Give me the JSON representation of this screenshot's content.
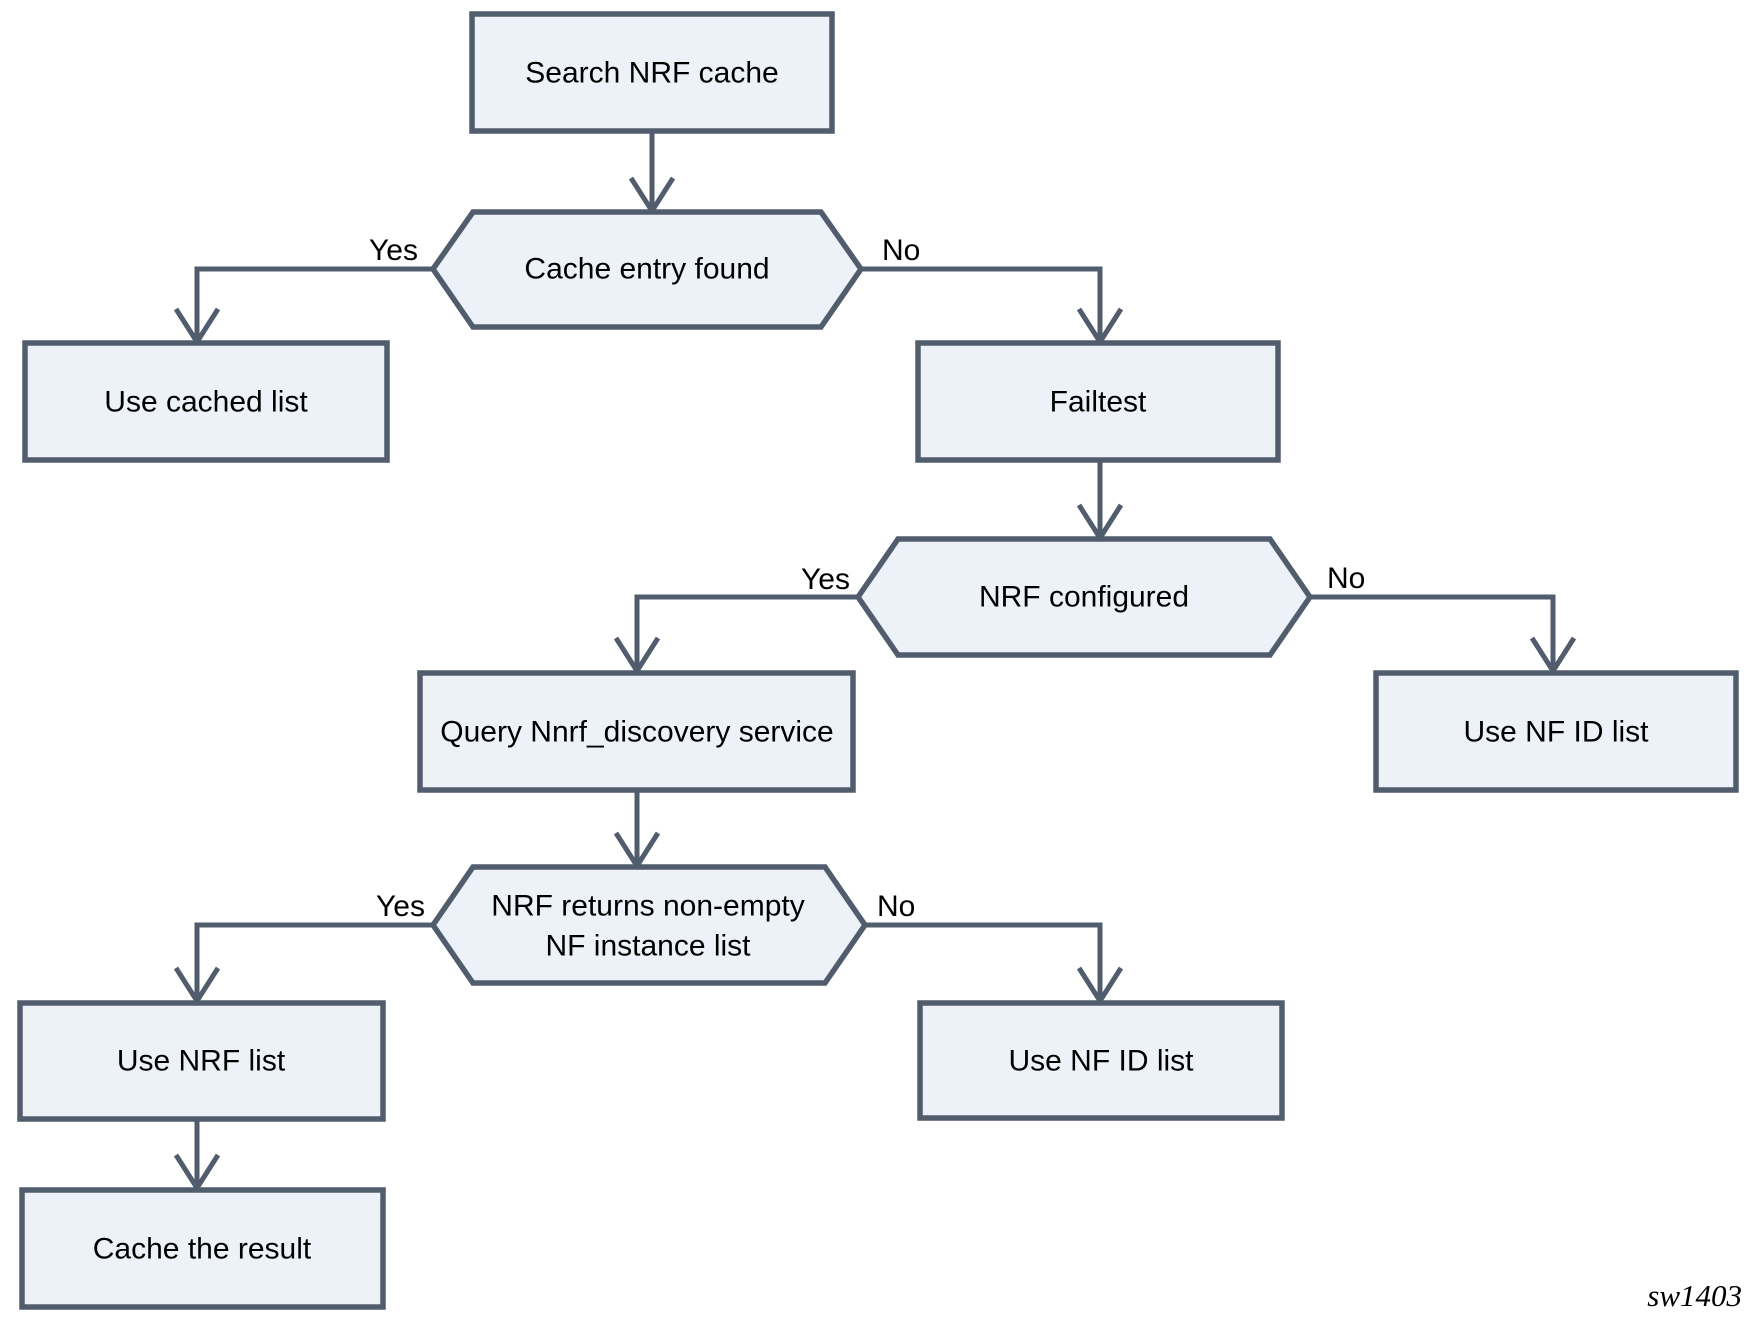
{
  "diagram": {
    "nodes": {
      "search_nrf_cache": {
        "type": "process",
        "label": "Search NRF cache"
      },
      "cache_entry_found": {
        "type": "decision",
        "label": "Cache entry found"
      },
      "use_cached_list": {
        "type": "process",
        "label": "Use cached list"
      },
      "failtest": {
        "type": "process",
        "label": "Failtest"
      },
      "nrf_configured": {
        "type": "decision",
        "label": "NRF configured"
      },
      "query_nnrf_discovery": {
        "type": "process",
        "label": "Query Nnrf_discovery service"
      },
      "use_nf_id_list_right": {
        "type": "process",
        "label": "Use NF ID list"
      },
      "nrf_returns_nonempty": {
        "type": "decision",
        "label_line1": "NRF returns non-empty",
        "label_line2": "NF instance list"
      },
      "use_nrf_list": {
        "type": "process",
        "label": "Use NRF list"
      },
      "use_nf_id_list_bottom": {
        "type": "process",
        "label": "Use NF ID list"
      },
      "cache_the_result": {
        "type": "process",
        "label": "Cache the result"
      }
    },
    "edge_labels": {
      "cache_entry_found_yes": "Yes",
      "cache_entry_found_no": "No",
      "nrf_configured_yes": "Yes",
      "nrf_configured_no": "No",
      "nrf_returns_yes": "Yes",
      "nrf_returns_no": "No"
    },
    "watermark": "sw1403",
    "colors": {
      "node_fill": "#edf2f8",
      "node_border": "#515d6d",
      "connector": "#515d6d",
      "text": "#000000",
      "background": "#ffffff"
    }
  }
}
